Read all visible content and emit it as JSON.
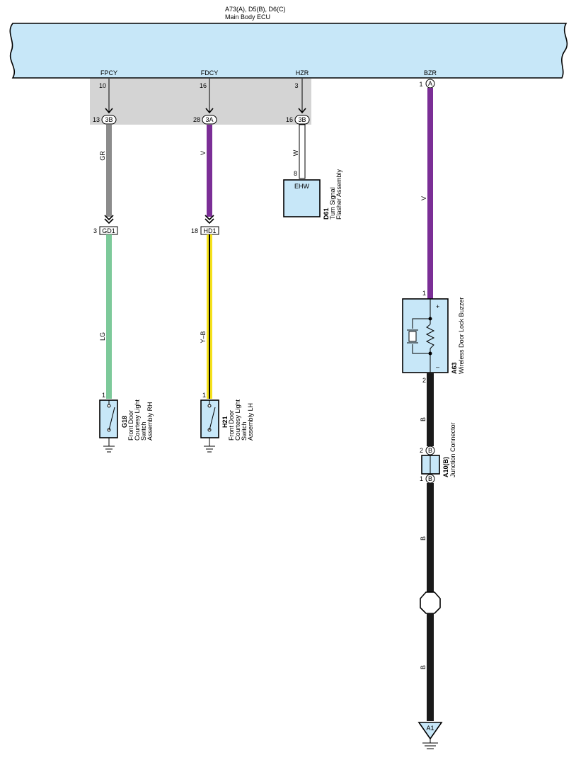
{
  "ecu": {
    "codes": "A73(A), D5(B), D6(C)",
    "name": "Main Body ECU",
    "color": "#c7e7f8"
  },
  "terminals": [
    {
      "name": "FPCY",
      "pin": "10"
    },
    {
      "name": "FDCY",
      "pin": "16"
    },
    {
      "name": "HZR",
      "pin": "3"
    },
    {
      "name": "BZR",
      "pin": "1",
      "connector": "A"
    }
  ],
  "junctions": [
    {
      "pin": "13",
      "code": "3B"
    },
    {
      "pin": "28",
      "code": "3A"
    },
    {
      "pin": "16",
      "code": "3B"
    }
  ],
  "wires": {
    "fpcy_upper": {
      "label": "GR",
      "color": "#8c8c8c"
    },
    "fdcy_upper": {
      "label": "V",
      "color": "#7b2e96"
    },
    "hzr": {
      "label": "W",
      "color": "#ffffff"
    },
    "bzr": {
      "label": "V",
      "color": "#7b2e96"
    },
    "fpcy_lower": {
      "label": "LG",
      "color": "#7dc99a"
    },
    "fdcy_lower": {
      "label": "Y–B",
      "color": "#f5e11c"
    },
    "ground_1": {
      "label": "B",
      "color": "#1a1a1a"
    },
    "ground_2": {
      "label": "B",
      "color": "#1a1a1a"
    },
    "ground_3": {
      "label": "B",
      "color": "#1a1a1a"
    }
  },
  "connectors": [
    {
      "pin": "3",
      "code": "GD1"
    },
    {
      "pin": "18",
      "code": "HD1"
    }
  ],
  "flasher": {
    "terminal": "EHW",
    "pin": "8",
    "code": "D61",
    "name_1": "Turn Signal",
    "name_2": "Flasher Assembly"
  },
  "buzzer": {
    "code": "A63",
    "name": "Wireless Door Lock Buzzer",
    "pin_in": "1",
    "pin_out": "2",
    "plus": "+",
    "minus": "–"
  },
  "junction_connector": {
    "code": "A10(B)",
    "name": "Junction Connector",
    "pin_top": "2",
    "pin_bottom": "1",
    "connector": "B"
  },
  "switches": [
    {
      "code": "G18",
      "pin": "1",
      "line_1": "Front Door",
      "line_2": "Courtesy Light",
      "line_3": "Switch",
      "line_4": "Assembly RH"
    },
    {
      "code": "H21",
      "pin": "1",
      "line_1": "Front Door",
      "line_2": "Courtesy Light",
      "line_3": "Switch",
      "line_4": "Assembly LH"
    }
  ],
  "ground_point": {
    "code": "A1"
  }
}
